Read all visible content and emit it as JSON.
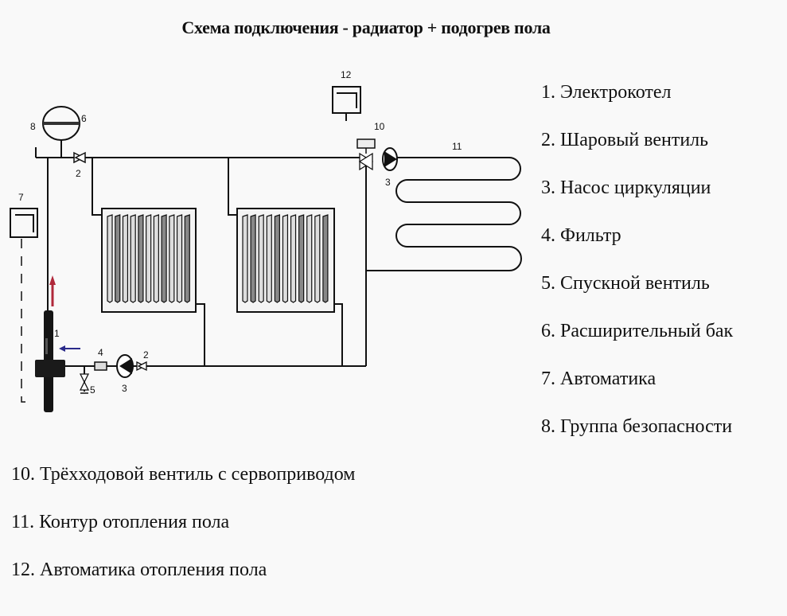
{
  "title": "Схема подключения - радиатор + подогрев  пола",
  "legend_right": [
    {
      "num": "1.",
      "text": "Электрокотел"
    },
    {
      "num": "2.",
      "text": "Шаровый вентиль"
    },
    {
      "num": "3.",
      "text": "Насос циркуляции"
    },
    {
      "num": "4.",
      "text": "Фильтр"
    },
    {
      "num": "5.",
      "text": "Спускной вентиль"
    },
    {
      "num": "6.",
      "text": "Расширительный бак"
    },
    {
      "num": "7.",
      "text": "Автоматика"
    },
    {
      "num": "8.",
      "text": "Группа безопасности"
    }
  ],
  "legend_bottom": [
    {
      "num": "10.",
      "text": "Трёхходовой вентиль с сервоприводом"
    },
    {
      "num": "11.",
      "text": "Контур отопления пола"
    },
    {
      "num": "12.",
      "text": "Автоматика отопления пола"
    }
  ],
  "diagram_labels": {
    "boiler": "1",
    "valve_supply": "2",
    "valve_return": "2",
    "pump_return": "3",
    "pump_floor": "3",
    "filter": "4",
    "drain": "5",
    "tank": "6",
    "automation": "7",
    "safety": "8",
    "three_way": "10",
    "floor_loop": "11",
    "floor_automation": "12"
  },
  "colors": {
    "line": "#111111",
    "hot_arrow": "#b0283a",
    "return_arrow": "#2a2a8a"
  }
}
